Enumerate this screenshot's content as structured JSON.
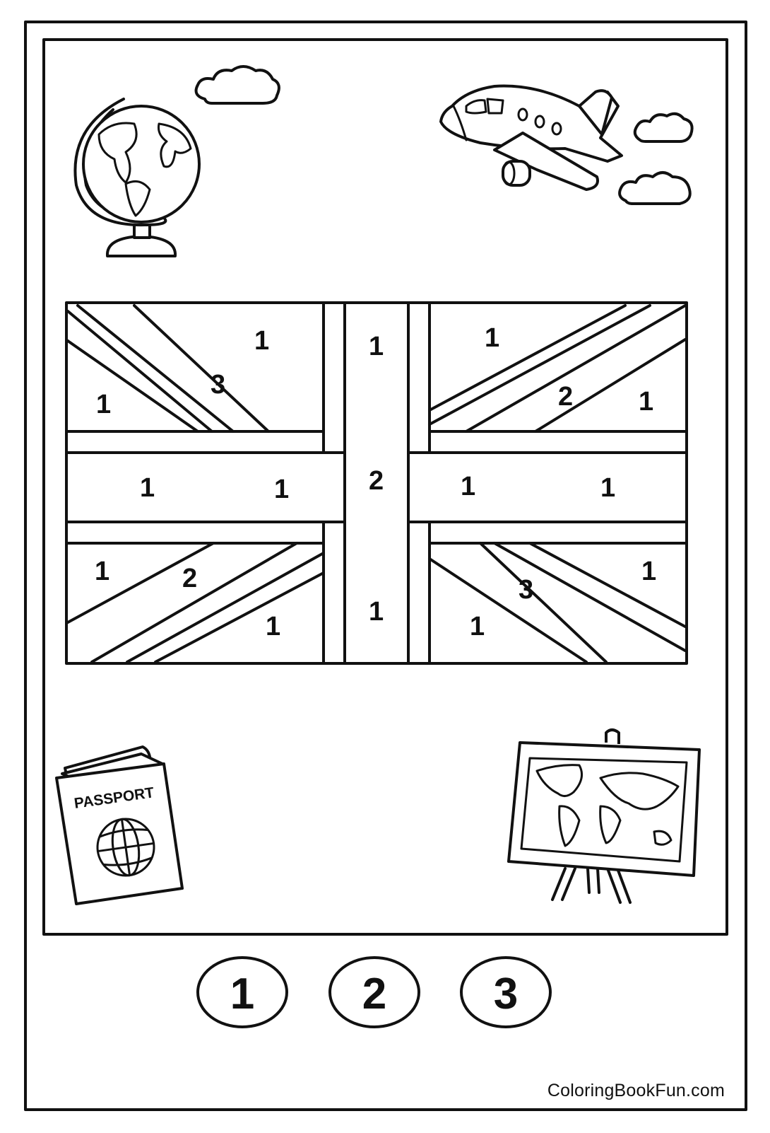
{
  "flag_numbers": [
    "1",
    "1",
    "1",
    "3",
    "1",
    "2",
    "1",
    "1",
    "1",
    "2",
    "1",
    "1",
    "1",
    "2",
    "1",
    "3",
    "1",
    "1",
    "1"
  ],
  "swatches": [
    "1",
    "2",
    "3"
  ],
  "passport": {
    "label": "PASSPORT"
  },
  "footer": {
    "site": "ColoringBookFun.com"
  }
}
